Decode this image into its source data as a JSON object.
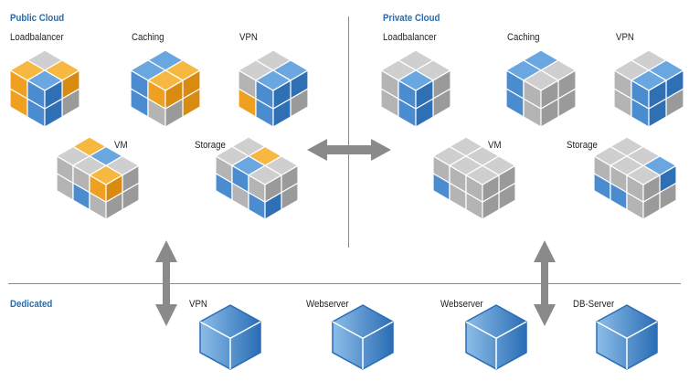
{
  "colors": {
    "blue": "#4a8ccf",
    "orange": "#f0a020",
    "gray": "#b4b4b4",
    "title": "#2e6aa8",
    "arrow": "#8a8a8a",
    "divider": "#8a8a8a"
  },
  "public_cloud": {
    "title": "Public Cloud",
    "clusters": [
      {
        "label": "Loadbalancer",
        "type": "2x2x2"
      },
      {
        "label": "Caching",
        "type": "2x2x2"
      },
      {
        "label": "VPN",
        "type": "2x2x2"
      },
      {
        "label": "VM",
        "type": "3x2x2"
      },
      {
        "label": "Storage",
        "type": "3x2x2"
      }
    ]
  },
  "private_cloud": {
    "title": "Private Cloud",
    "clusters": [
      {
        "label": "Loadbalancer",
        "type": "2x2x2"
      },
      {
        "label": "Caching",
        "type": "2x2x2"
      },
      {
        "label": "VPN",
        "type": "2x2x2"
      },
      {
        "label": "VM",
        "type": "3x2x2"
      },
      {
        "label": "Storage",
        "type": "3x2x2"
      }
    ]
  },
  "dedicated": {
    "title": "Dedicated",
    "servers": [
      {
        "label": "VPN"
      },
      {
        "label": "Webserver"
      },
      {
        "label": "Webserver"
      },
      {
        "label": "DB-Server"
      }
    ]
  },
  "connections": [
    {
      "from": "Public Cloud",
      "to": "Private Cloud",
      "direction": "bidirectional"
    },
    {
      "from": "Public Cloud",
      "to": "Dedicated",
      "direction": "bidirectional"
    },
    {
      "from": "Private Cloud",
      "to": "Dedicated",
      "direction": "bidirectional"
    }
  ]
}
